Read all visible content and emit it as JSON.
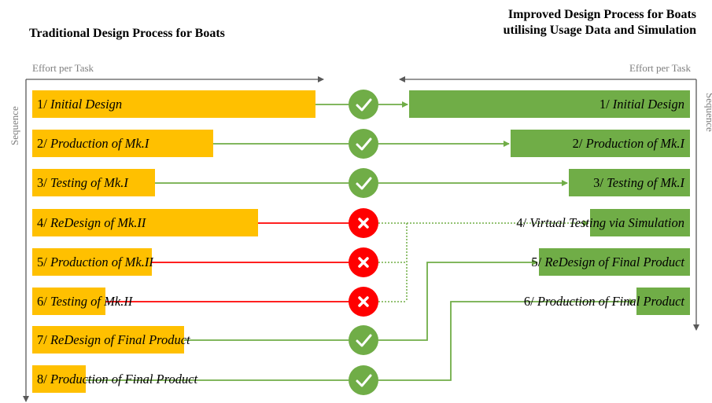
{
  "titles": {
    "left": "Traditional Design Process for Boats",
    "right_line1": "Improved Design Process for Boats",
    "right_line2": "utilising Usage Data and Simulation"
  },
  "axes": {
    "effort_left": "Effort per Task",
    "effort_right": "Effort per Task",
    "sequence_left": "Sequence",
    "sequence_right": "Sequence"
  },
  "left_steps": [
    {
      "num": "1/",
      "label": "Initial Design"
    },
    {
      "num": "2/",
      "label": "Production of Mk.I"
    },
    {
      "num": "3/",
      "label": "Testing of Mk.I"
    },
    {
      "num": "4/",
      "label": "ReDesign of Mk.II"
    },
    {
      "num": "5/",
      "label": "Production of Mk.II"
    },
    {
      "num": "6/",
      "label": "Testing of Mk.II"
    },
    {
      "num": "7/",
      "label": "ReDesign of Final Product"
    },
    {
      "num": "8/",
      "label": "Production of Final Product"
    }
  ],
  "right_steps": [
    {
      "num": "1/",
      "label": "Initial Design"
    },
    {
      "num": "2/",
      "label": "Production of Mk.I"
    },
    {
      "num": "3/",
      "label": "Testing of Mk.I"
    },
    {
      "num": "4/",
      "label": "Virtual Testing via Simulation"
    },
    {
      "num": "5/",
      "label": "ReDesign of Final Product"
    },
    {
      "num": "6/",
      "label": "Production of Final Product"
    }
  ],
  "status": [
    "check-icon",
    "check-icon",
    "check-icon",
    "cross-icon",
    "cross-icon",
    "cross-icon",
    "check-icon",
    "check-icon"
  ],
  "colors": {
    "traditional": "#ffc000",
    "improved": "#70ad47",
    "rejected": "#ff0000",
    "axis": "#595959"
  }
}
